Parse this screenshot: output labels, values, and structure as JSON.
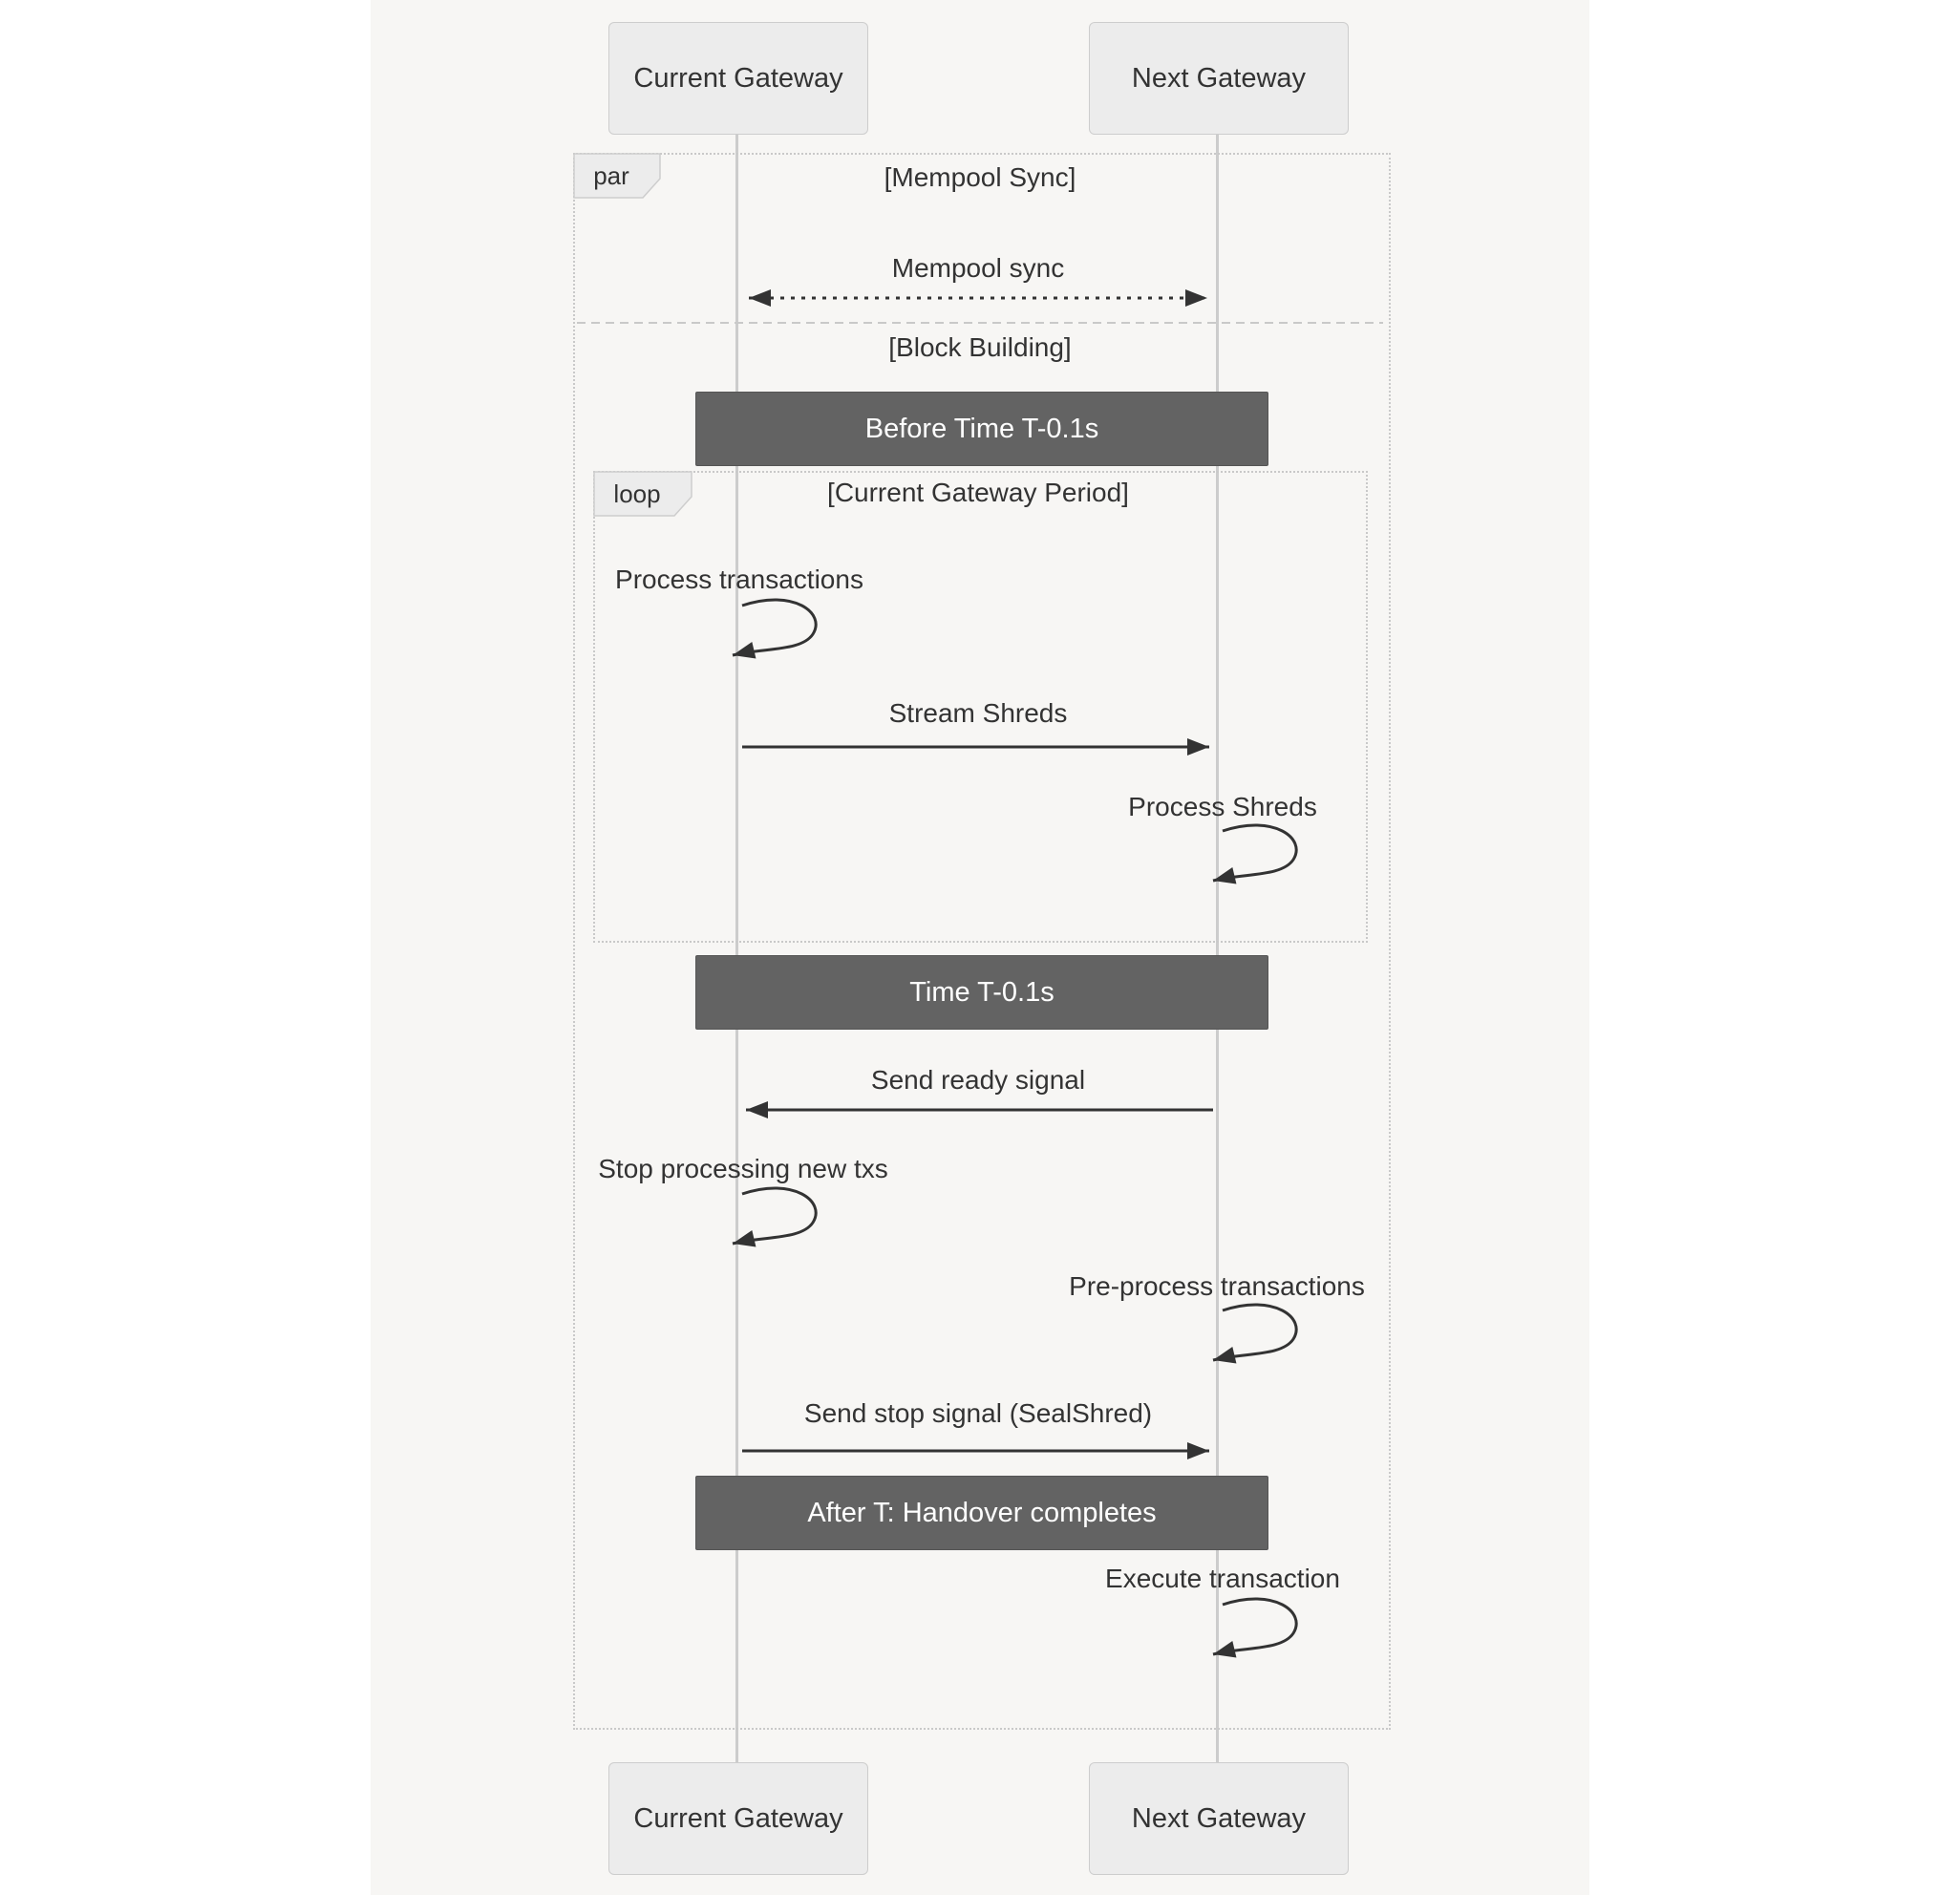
{
  "diagram": {
    "actors": {
      "current": "Current Gateway",
      "next": "Next Gateway"
    },
    "frames": {
      "par": {
        "keyword": "par",
        "sections": [
          {
            "label": "[Mempool Sync]"
          },
          {
            "label": "[Block Building]"
          }
        ]
      },
      "loop": {
        "keyword": "loop",
        "label": "[Current Gateway Period]"
      }
    },
    "notes": {
      "before_time": "Before Time T-0.1s",
      "time": "Time T-0.1s",
      "after_time": "After T: Handover completes"
    },
    "messages": {
      "mempool_sync": "Mempool sync",
      "process_transactions": "Process transactions",
      "stream_shreds": "Stream Shreds",
      "process_shreds": "Process Shreds",
      "send_ready_signal": "Send ready signal",
      "stop_processing_new_txs": "Stop processing new txs",
      "preprocess_transactions": "Pre-process transactions",
      "send_stop_signal": "Send stop signal (SealShred)",
      "execute_transaction": "Execute transaction"
    },
    "colors": {
      "background": "#f7f6f4",
      "actor_fill": "#ececec",
      "note_fill": "#636363",
      "note_text": "#ffffff",
      "line_color": "#333333",
      "frame_border": "#c9c9c9"
    }
  }
}
